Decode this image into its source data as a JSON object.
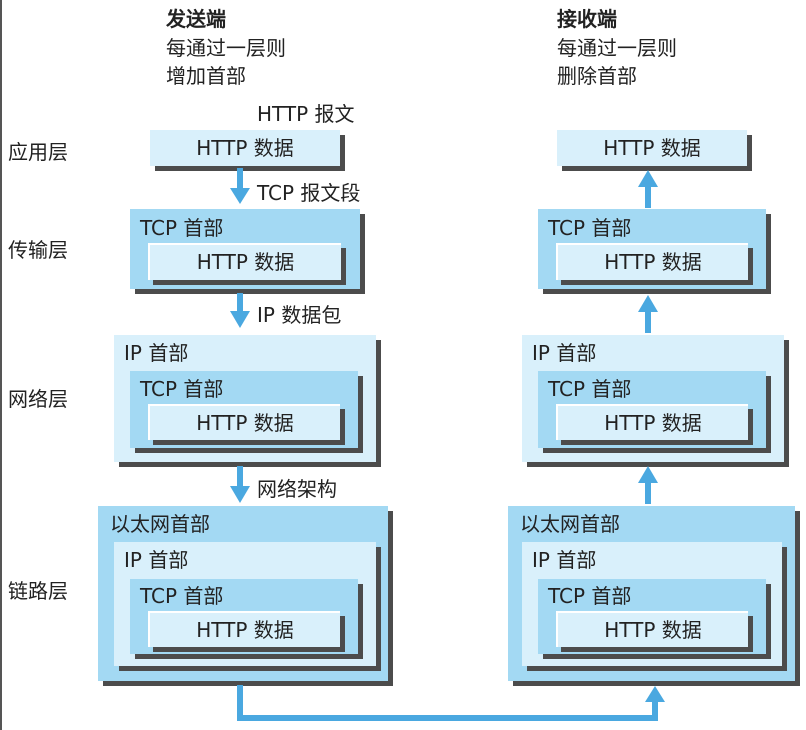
{
  "sender": {
    "title": "发送端",
    "desc_line1": "每通过一层则",
    "desc_line2": "增加首部"
  },
  "receiver": {
    "title": "接收端",
    "desc_line1": "每通过一层则",
    "desc_line2": "删除首部"
  },
  "layers": {
    "application": "应用层",
    "transport": "传输层",
    "network": "网络层",
    "link": "链路层"
  },
  "transitions": {
    "http_message": "HTTP 报文",
    "tcp_segment": "TCP 报文段",
    "ip_packet": "IP 数据包",
    "network_frame": "网络架构"
  },
  "headers": {
    "http_data": "HTTP 数据",
    "tcp_header": "TCP 首部",
    "ip_header": "IP 首部",
    "ethernet_header": "以太网首部"
  },
  "colors": {
    "outer_box": "#d9f0fb",
    "tcp_box": "#a3d9f3",
    "http_box": "#d9f0fb",
    "arrow": "#4aa8e0",
    "shadow": "#4c4c4c"
  }
}
